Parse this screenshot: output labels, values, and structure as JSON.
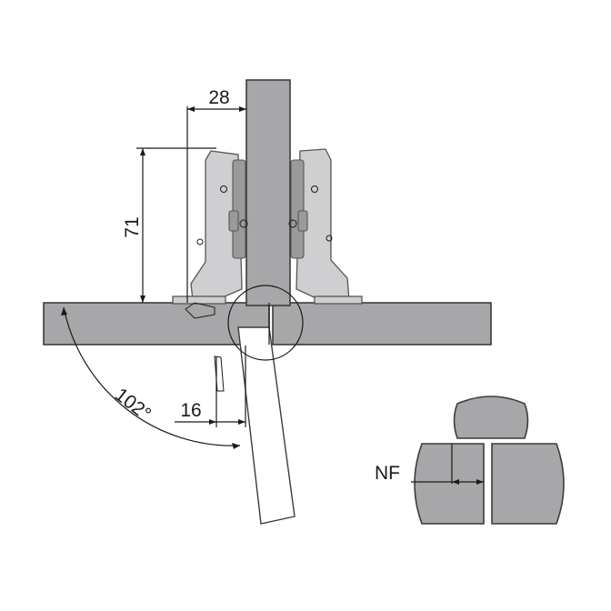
{
  "dimensions": {
    "cup_offset": "28",
    "height": "71",
    "angle": "102°",
    "overlay": "16",
    "nf_label": "NF"
  },
  "colors": {
    "panel_fill": "#a7a6a8",
    "hinge_fill": "#cfcfd1",
    "outline": "#3c3c3c"
  }
}
